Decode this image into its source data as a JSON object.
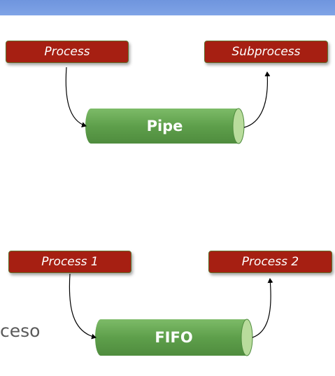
{
  "diagram_top": {
    "process_label": "Process",
    "subprocess_label": "Subprocess",
    "pipe_label": "Pipe"
  },
  "diagram_bottom": {
    "process1_label": "Process 1",
    "process2_label": "Process 2",
    "fifo_label": "FIFO"
  },
  "background_text": "ceso",
  "colors": {
    "process_box": "#a61f12",
    "pipe_body": "#62a64e",
    "pipe_end": "#b9dc9c",
    "top_band": "#7599e0"
  }
}
